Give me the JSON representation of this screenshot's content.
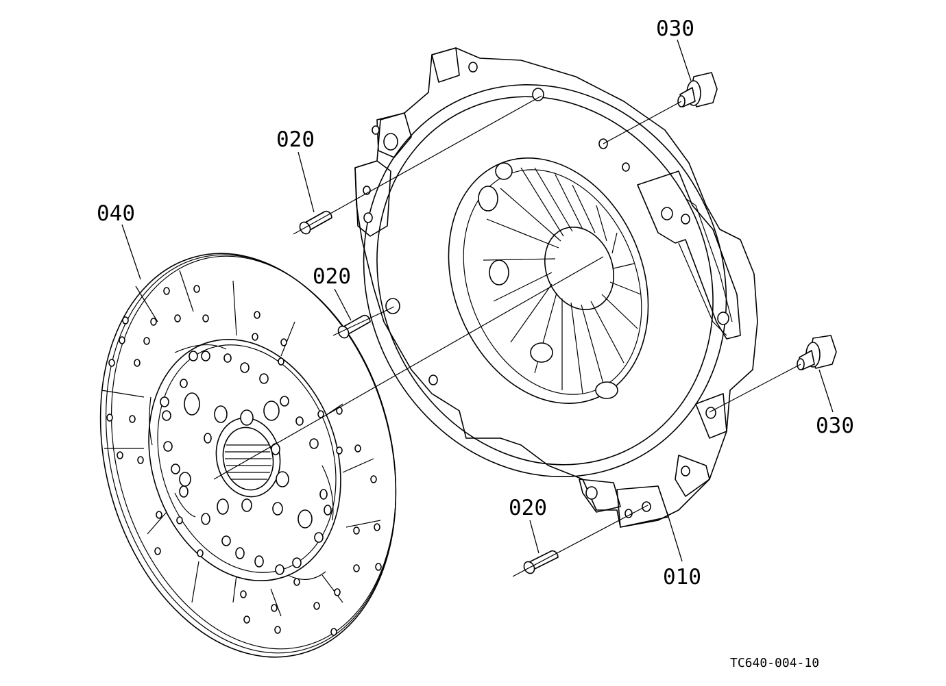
{
  "callouts": {
    "pressure_plate": "010",
    "dowel_upper": "020",
    "dowel_middle": "020",
    "dowel_lower": "020",
    "bolt_upper": "030",
    "bolt_lower": "030",
    "clutch_disc": "040"
  },
  "figure_ref": "TC640-004-10"
}
